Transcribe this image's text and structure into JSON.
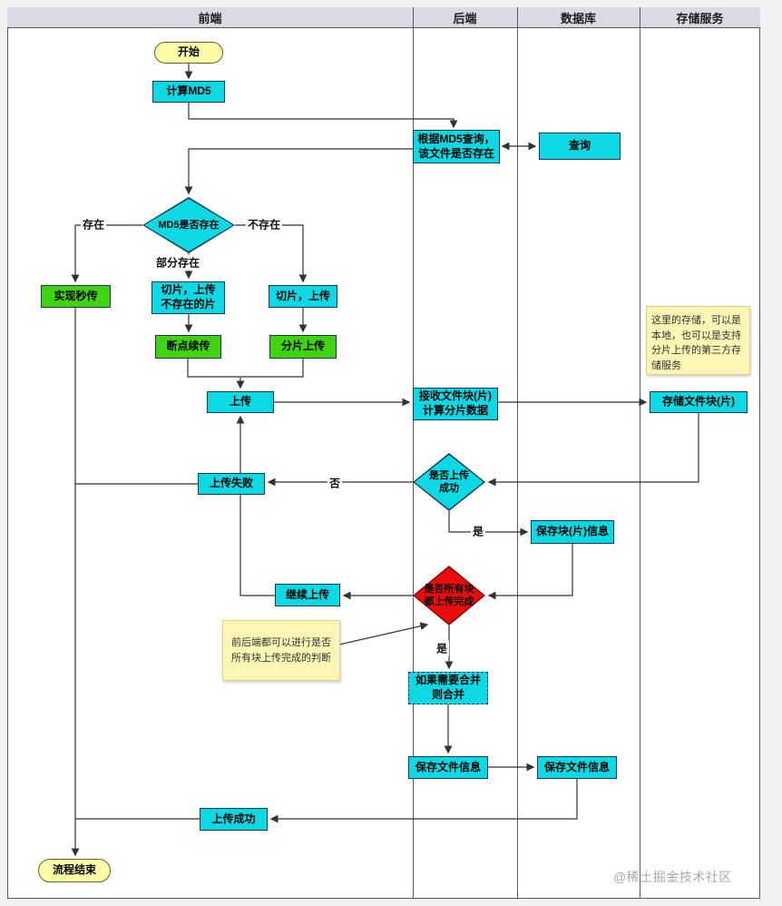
{
  "lanes": {
    "frontend": "前端",
    "backend": "后端",
    "database": "数据库",
    "storage": "存储服务"
  },
  "nodes": {
    "start": "开始",
    "calc_md5": "计算MD5",
    "query_md5": "根据MD5查询，\n该文件是否存在",
    "db_query": "查询",
    "md5_exists": "MD5是否存在",
    "instant_upload": "实现秒传",
    "slice_upload_missing": "切片，上传\n不存在的片",
    "slice_upload": "切片，上传",
    "resume_upload": "断点续传",
    "chunk_upload": "分片上传",
    "upload": "上传",
    "receive_chunks": "接收文件块(片)\n计算分片数据",
    "store_chunks": "存储文件块(片)",
    "is_upload_success": "是否上传\n成功",
    "upload_failed": "上传失败",
    "save_chunk_info": "保存块(片)信息",
    "all_chunks_done": "是否所有块\n都上传完成",
    "continue_upload": "继续上传",
    "merge_if_needed": "如果需要合并\n则合并",
    "save_file_info_backend": "保存文件信息",
    "save_file_info_db": "保存文件信息",
    "upload_success": "上传成功",
    "end": "流程结束"
  },
  "edge_labels": {
    "exists": "存在",
    "not_exists": "不存在",
    "partial_exists": "部分存在",
    "no": "否",
    "yes_save": "是",
    "yes_merge": "是"
  },
  "notes": {
    "storage": "这里的存储，可以是\n本地，也可以是支持\n分片上传的第三方存\n储服务",
    "judge": "前后端都可以进行是否\n所有块上传完成的判断"
  },
  "watermark": "@稀土掘金技术社区",
  "palette": {
    "process_fill": "#0cd9e4",
    "highlight_fill": "#3fd40f",
    "alert_fill": "#ea0c0c",
    "terminal_fill": "#ffffa8",
    "note_fill": "#fcf6b4",
    "lane_header_fill": "#dadae4",
    "border": "#17365d"
  }
}
